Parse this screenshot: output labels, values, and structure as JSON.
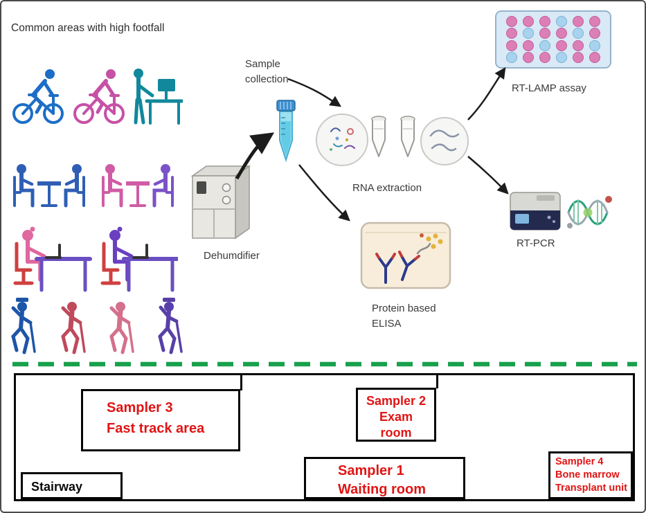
{
  "colors": {
    "red": "#e01414",
    "green": "#18a14d",
    "well-pink": "#dd7fb7",
    "well-blue": "#a8d3ef"
  },
  "header": {
    "title": "Common areas with high footfall"
  },
  "diagram": {
    "sample_collection": {
      "line1": "Sample",
      "line2": "collection"
    },
    "dehumidifier_label": "Dehumdifier",
    "rna_extraction_label": "RNA extraction",
    "rt_lamp_label": "RT-LAMP assay",
    "rt_pcr_label": "RT-PCR",
    "elisa_label": {
      "line1": "Protein based",
      "line2": "ELISA"
    },
    "rt_lamp_plate": {
      "rows": 4,
      "cols": 6,
      "wells": [
        [
          "P",
          "P",
          "P",
          "B",
          "P",
          "P"
        ],
        [
          "P",
          "B",
          "P",
          "P",
          "B",
          "P"
        ],
        [
          "P",
          "P",
          "B",
          "P",
          "P",
          "B"
        ],
        [
          "B",
          "P",
          "P",
          "B",
          "P",
          "P"
        ]
      ]
    },
    "illustrations": [
      "cyclist-icon",
      "cyclist-icon",
      "standing-desk-worker-icon",
      "meeting-table-pair-icon",
      "meeting-table-pair-icon",
      "desk-laptop-worker-icon",
      "desk-laptop-worker-icon",
      "elderly-dancers-icon",
      "dehumidifier-icon",
      "falcon-tube-icon",
      "rna-extraction-icon",
      "rt-lamp-plate-icon",
      "rt-pcr-machine-icon",
      "elisa-dish-icon"
    ]
  },
  "floorplan": {
    "rooms": [
      {
        "id": "sampler3",
        "lines": [
          "Sampler 3",
          "Fast track area"
        ]
      },
      {
        "id": "sampler2",
        "lines": [
          "Sampler 2",
          "Exam",
          "room"
        ]
      },
      {
        "id": "sampler1",
        "lines": [
          "Sampler 1",
          "Waiting room"
        ]
      },
      {
        "id": "sampler4",
        "lines": [
          "Sampler 4",
          "Bone marrow",
          "Transplant unit"
        ]
      },
      {
        "id": "stairway",
        "lines": [
          "Stairway"
        ]
      }
    ]
  }
}
